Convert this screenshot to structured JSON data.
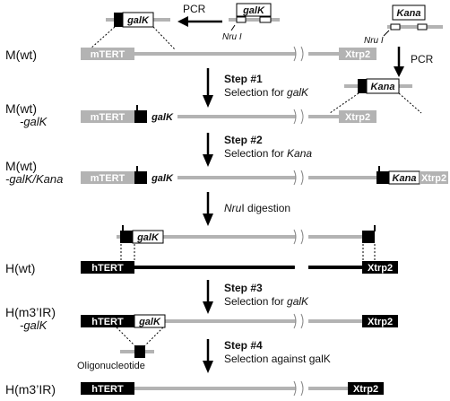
{
  "colors": {
    "gray_line": "#b3b3b3",
    "black": "#000000",
    "white": "#ffffff"
  },
  "top": {
    "pcr_left": "PCR",
    "pcr_right": "PCR",
    "galk_label": "galK",
    "kana_label": "Kana",
    "nru_left": "Nru I",
    "nru_right": "Nru I"
  },
  "rows": {
    "m_wt": {
      "name": "M(wt)",
      "left_box": "mTERT",
      "right_box": "Xtrp2"
    },
    "m_wt_galk": {
      "name": "M(wt)",
      "sub": "-galK",
      "left_box": "mTERT",
      "insert": "galK",
      "right_box": "Xtrp2"
    },
    "m_wt_galk_kana": {
      "name": "M(wt)",
      "sub": "-galK/Kana",
      "left_box": "mTERT",
      "insert": "galK",
      "kana": "Kana",
      "right_box": "Xtrp2"
    },
    "galk_fragment": {
      "insert": "galK"
    },
    "h_wt": {
      "name": "H(wt)",
      "left_box": "hTERT",
      "right_box": "Xtrp2"
    },
    "h_m3ir_galk": {
      "name": "H(m3’IR)",
      "sub": "-galK",
      "left_box": "hTERT",
      "insert": "galK",
      "right_box": "Xtrp2"
    },
    "h_m3ir": {
      "name": "H(m3’IR)",
      "left_box": "hTERT",
      "right_box": "Xtrp2"
    }
  },
  "oligo": "Oligonucleotide",
  "steps": [
    {
      "title": "Step #1",
      "text": "Selection for ",
      "italic": "galK"
    },
    {
      "title": "Step #2",
      "text": "Selection for ",
      "italic": "Kana"
    },
    {
      "title": "",
      "text": " digestion",
      "italic": "Nru"
    },
    {
      "title": "Step #3",
      "text": "Selection for ",
      "italic": "galK"
    },
    {
      "title": "Step #4",
      "text": "Selection against galK",
      "italic": ""
    }
  ]
}
